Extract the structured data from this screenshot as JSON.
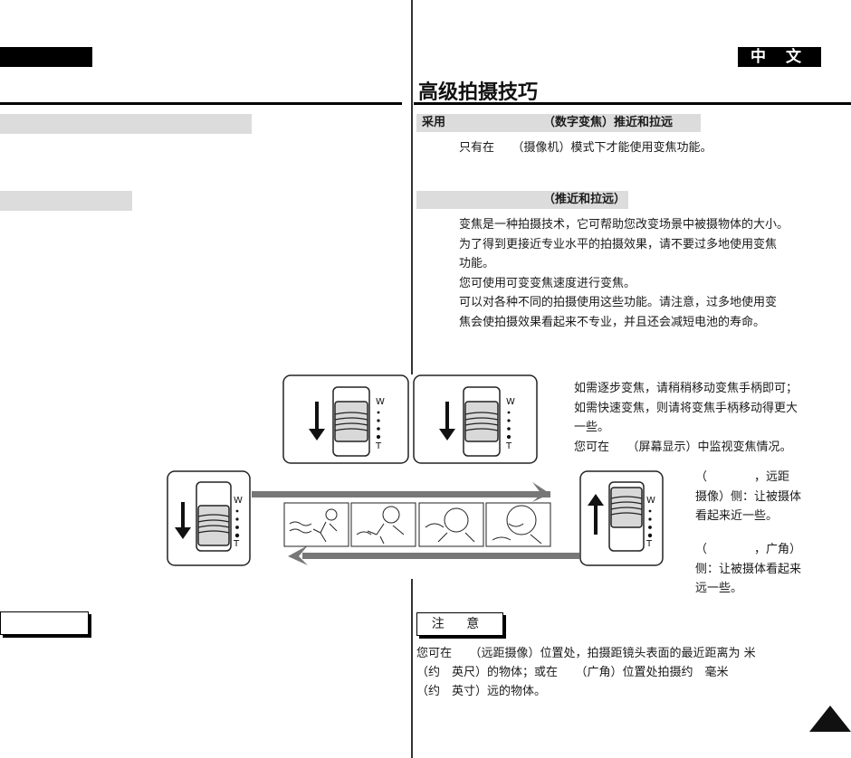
{
  "header": {
    "language_badge": "中 文",
    "page_title": "高级拍摄技巧"
  },
  "section_digital_zoom": {
    "label_left": "采用",
    "label_right": "（数字变焦）推近和拉远",
    "text": "只有在　　（摄像机）模式下才能使用变焦功能。"
  },
  "section_zoom": {
    "heading": "（推近和拉远）",
    "paragraphs": [
      "变焦是一种拍摄技术，它可帮助您改变场景中被摄物体的大小。",
      "为了得到更接近专业水平的拍摄效果，请不要过多地使用变焦",
      "功能。",
      "您可使用可变变焦速度进行变焦。",
      "可以对各种不同的拍摄使用这些功能。请注意，过多地使用变",
      "焦会使拍摄效果看起来不专业，并且还会减短电池的寿命。"
    ]
  },
  "step_zoom": {
    "lines": [
      "如需逐步变焦，请稍稍移动变焦手柄即可；",
      "如需快速变焦，则请将变焦手柄移动得更大",
      "一些。",
      "您可在　　（屏幕显示）中监视变焦情况。"
    ]
  },
  "tele_text": {
    "lines": [
      "（　　　　，远距",
      "摄像）侧：让被摄体",
      "看起来近一些。"
    ]
  },
  "wide_text": {
    "lines": [
      "（　　　　，广角）",
      "侧：让被摄体看起来",
      "远一些。"
    ]
  },
  "switch_labels": {
    "w": "W",
    "t": "T"
  },
  "note": {
    "title": "注 意",
    "lines": [
      "您可在　　（远距摄像）位置处，拍摄距镜头表面的最近距离为 米",
      "（约　英尺）的物体；或在　　（广角）位置处拍摄约　毫米",
      "（约　英寸）远的物体。"
    ]
  }
}
